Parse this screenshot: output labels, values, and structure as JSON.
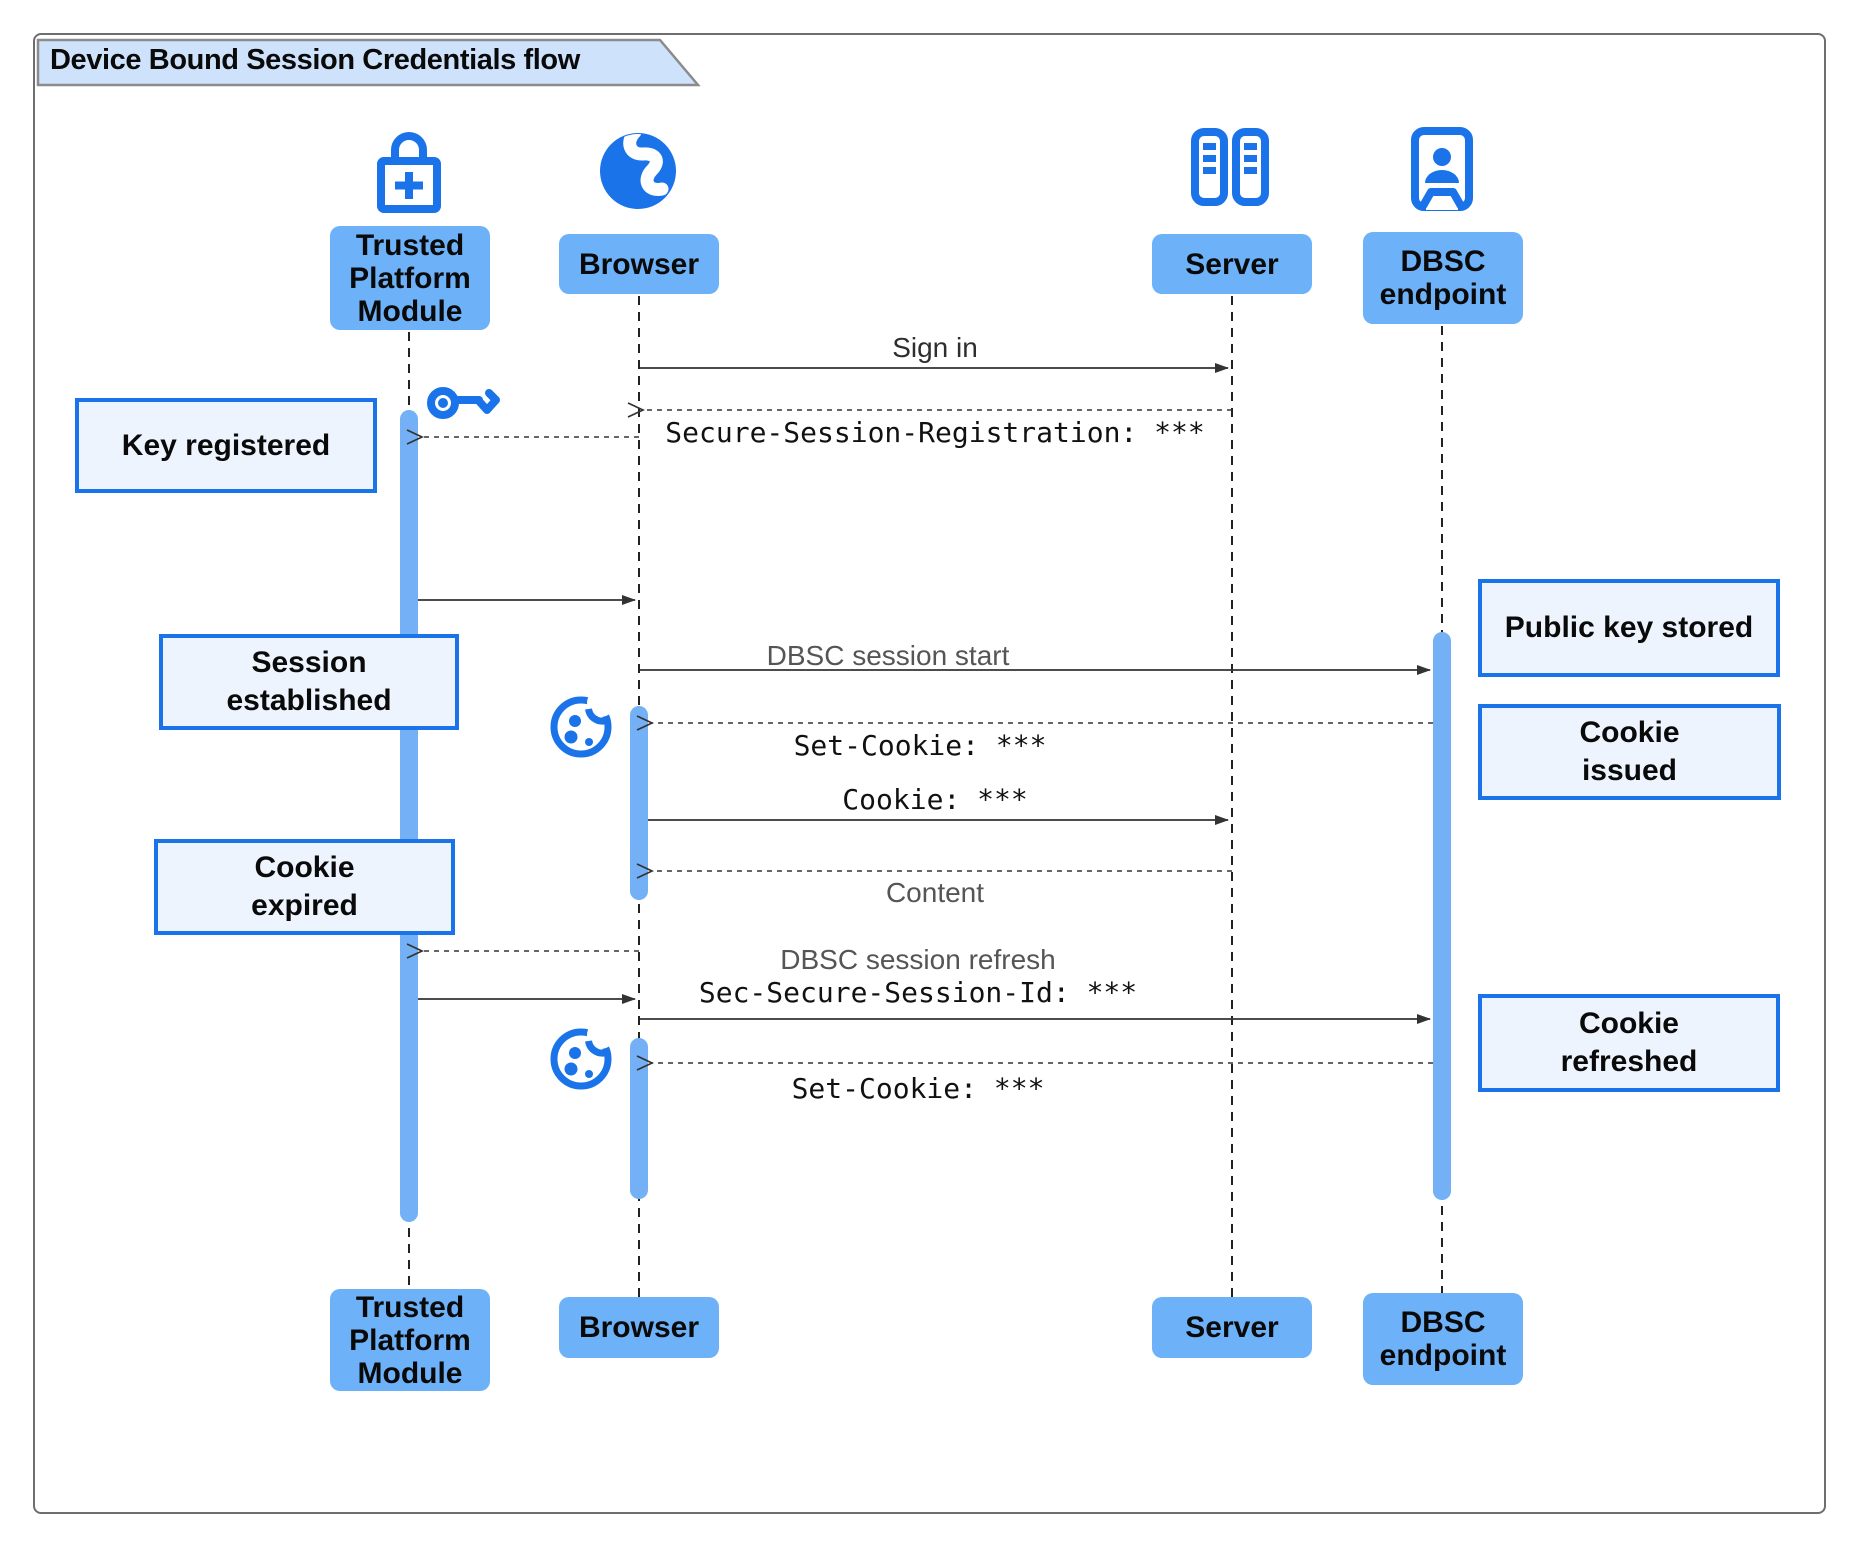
{
  "title": "Device Bound Session Credentials flow",
  "actors": [
    {
      "id": "tpm",
      "name": "Trusted\nPlatform\nModule",
      "icon": "lock-plus-icon"
    },
    {
      "id": "browser",
      "name": "Browser",
      "icon": "globe-icon"
    },
    {
      "id": "server",
      "name": "Server",
      "icon": "server-rack-icon"
    },
    {
      "id": "dbsc",
      "name": "DBSC\nendpoint",
      "icon": "id-badge-icon"
    }
  ],
  "messages": {
    "sign_in": "Sign in",
    "secure_session_registration": "Secure-Session-Registration: ***",
    "dbsc_session_start": "DBSC session start",
    "set_cookie_1": "Set-Cookie: ***",
    "cookie": "Cookie: ***",
    "content": "Content",
    "dbsc_session_refresh": "DBSC session refresh",
    "sec_secure_session_id": "Sec-Secure-Session-Id: ***",
    "set_cookie_2": "Set-Cookie: ***"
  },
  "notes": {
    "key_registered": "Key registered",
    "session_established": "Session\nestablished",
    "cookie_expired": "Cookie\nexpired",
    "public_key_stored": "Public key stored",
    "cookie_issued": "Cookie\nissued",
    "cookie_refreshed": "Cookie\nrefreshed"
  },
  "colors": {
    "icon_blue": "#1a73e8",
    "actor_fill": "#6db1f8",
    "activation_fill": "#74b0f6",
    "note_fill": "#edf4fe",
    "note_border": "#1a73e8",
    "tab_fill": "#cfe2fb",
    "arrow": "#333333"
  }
}
